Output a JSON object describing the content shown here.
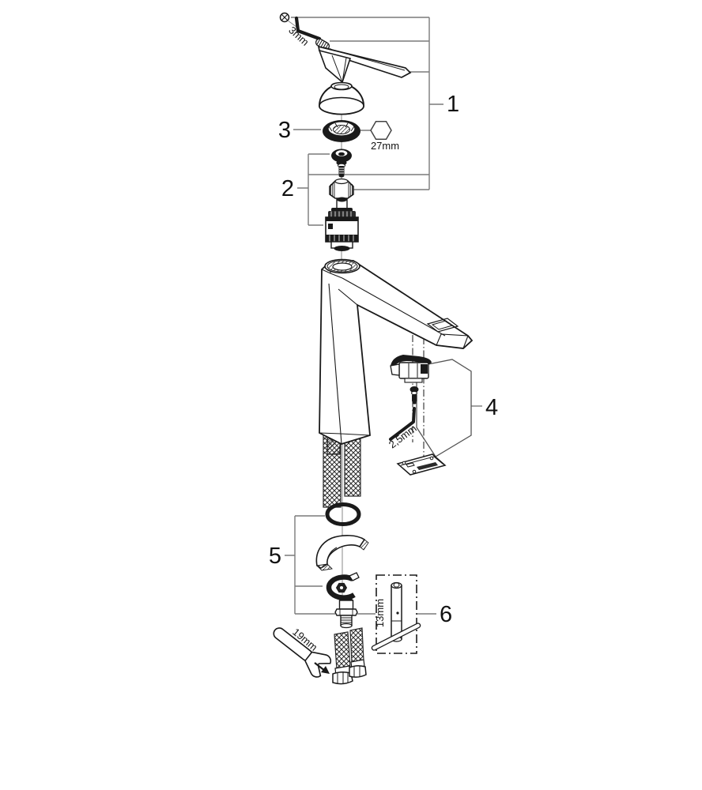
{
  "background": "#ffffff",
  "line_color": "#1a1a1a",
  "leader_color": "#7a7a7a",
  "callouts": [
    {
      "number": "1"
    },
    {
      "number": "2"
    },
    {
      "number": "3"
    },
    {
      "number": "4"
    },
    {
      "number": "5"
    },
    {
      "number": "6"
    }
  ],
  "dimensions": {
    "handle_set_screw_hex_key": "3mm",
    "cap_ring_wrench_size": "27mm",
    "mounting_hex_key": "2,5mm",
    "socket_tool_size": "13mm",
    "hose_wrench_size": "19mm"
  }
}
